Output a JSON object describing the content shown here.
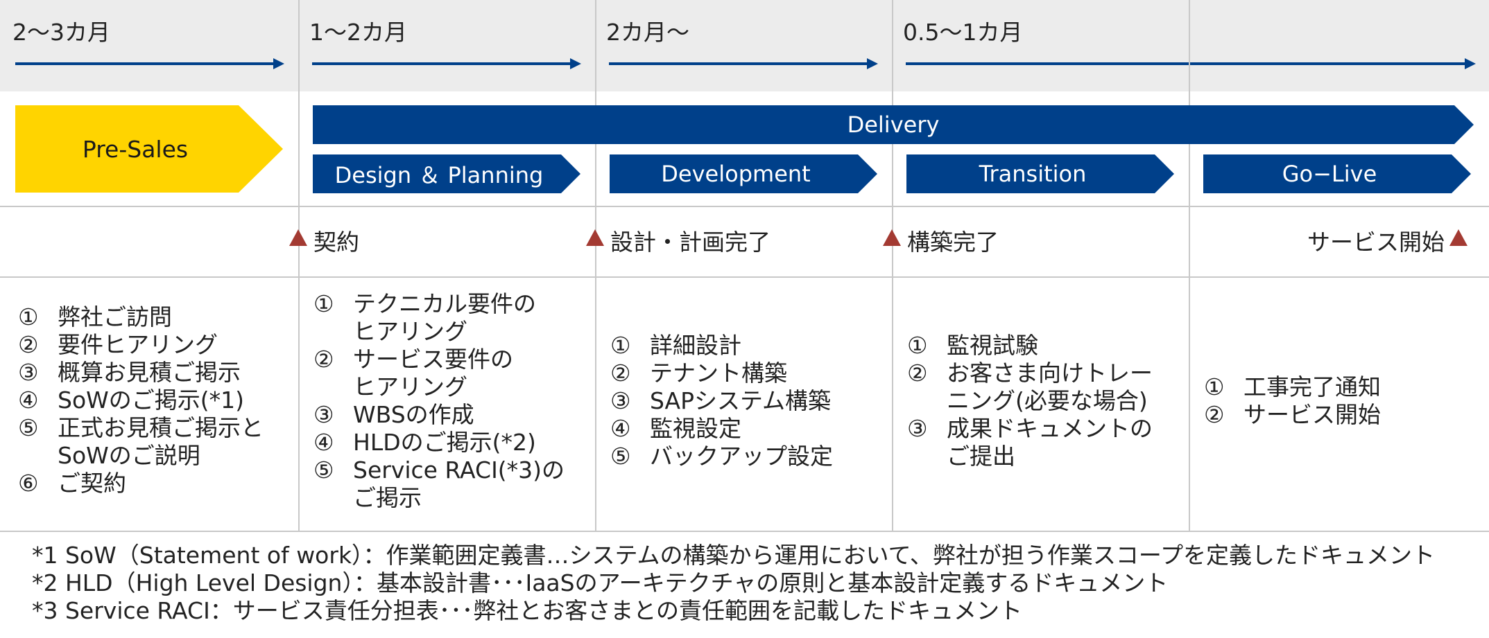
{
  "durations": [
    "2～3カ月",
    "1～2カ月",
    "2カ月～",
    "0.5～1カ月"
  ],
  "presales_label": "Pre-Sales",
  "delivery_label": "Delivery",
  "phases": [
    "Design ＆ Planning",
    "Development",
    "Transition",
    "Go−Live"
  ],
  "milestones": [
    "契約",
    "設計・計画完了",
    "構築完了",
    "サービス開始"
  ],
  "columns": [
    {
      "items": [
        {
          "num": "①",
          "text": "弊社ご訪問"
        },
        {
          "num": "②",
          "text": "要件ヒアリング"
        },
        {
          "num": "③",
          "text": "概算お見積ご掲示"
        },
        {
          "num": "④",
          "text": "SoWのご掲示(*1)"
        },
        {
          "num": "⑤",
          "text": "正式お見積ご掲示と\nSoWのご説明"
        },
        {
          "num": "⑥",
          "text": "ご契約"
        }
      ]
    },
    {
      "items": [
        {
          "num": "①",
          "text": "テクニカル要件の\nヒアリング"
        },
        {
          "num": "②",
          "text": "サービス要件の\nヒアリング"
        },
        {
          "num": "③",
          "text": "WBSの作成"
        },
        {
          "num": "④",
          "text": "HLDのご掲示(*2)"
        },
        {
          "num": "⑤",
          "text": "Service RACI(*3)の\nご掲示"
        }
      ]
    },
    {
      "items": [
        {
          "num": "①",
          "text": "詳細設計"
        },
        {
          "num": "②",
          "text": "テナント構築"
        },
        {
          "num": "③",
          "text": "SAPシステム構築"
        },
        {
          "num": "④",
          "text": "監視設定"
        },
        {
          "num": "⑤",
          "text": "バックアップ設定"
        }
      ]
    },
    {
      "items": [
        {
          "num": "①",
          "text": "監視試験"
        },
        {
          "num": "②",
          "text": "お客さま向けトレー\nニング(必要な場合)"
        },
        {
          "num": "③",
          "text": "成果ドキュメントの\nご提出"
        }
      ]
    },
    {
      "items": [
        {
          "num": "①",
          "text": "工事完了通知"
        },
        {
          "num": "②",
          "text": "サービス開始"
        }
      ]
    }
  ],
  "notes": [
    "*1 SoW（Statement of work）：作業範囲定義書…システムの構築から運用において、弊社が担う作業スコープを定義したドキュメント",
    "*2 HLD（High Level Design）：基本設計書･･･IaaSのアーキテクチャの原則と基本設計定義するドキュメント",
    "*3 Service RACI：サービス責任分担表･･･弊社とお客さまとの責任範囲を記載したドキュメント"
  ],
  "colors": {
    "navy": "#00408a",
    "yellow": "#ffd400",
    "milestone_marker": "#a33a32",
    "band": "#ececec"
  }
}
